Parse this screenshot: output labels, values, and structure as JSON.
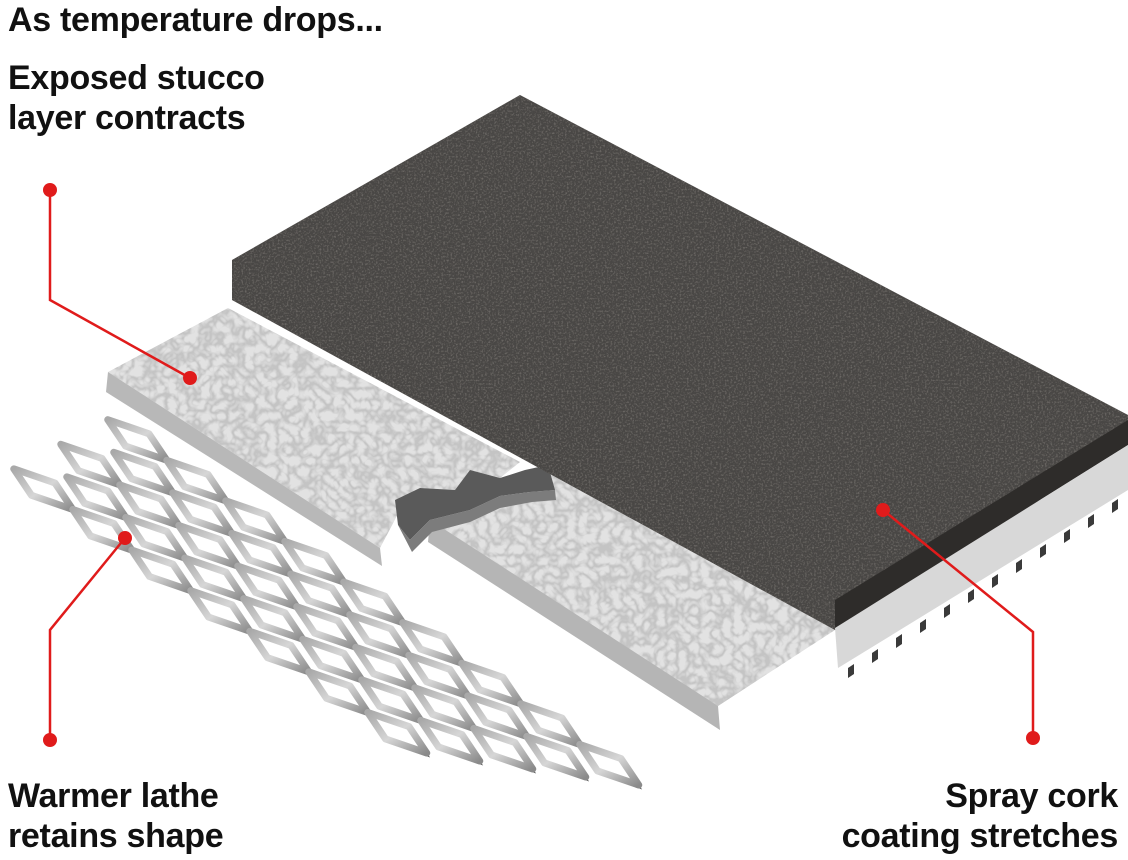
{
  "heading": "As temperature drops...",
  "callouts": {
    "stucco": {
      "line1": "Exposed stucco",
      "line2": "layer contracts"
    },
    "lathe": {
      "line1": "Warmer lathe",
      "line2": "retains shape"
    },
    "cork": {
      "line1": "Spray cork",
      "line2": "coating stretches"
    }
  },
  "colors": {
    "callout": "#e01b1b",
    "cork": "#3a3836",
    "stucco": "#e2e2e2",
    "lathe": "#9a9a9a"
  }
}
